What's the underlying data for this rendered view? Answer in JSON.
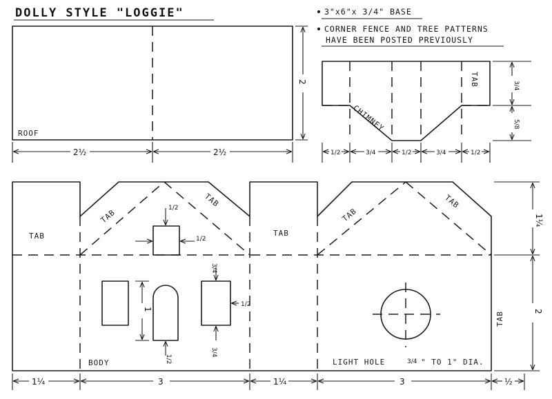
{
  "title": "DOLLY STYLE \"LOGGIE\"",
  "notes": {
    "base": "3\"x6\"x 3/4\" BASE",
    "fence_line1": "CORNER FENCE AND TREE PATTERNS",
    "fence_line2": "HAVE BEEN POSTED PREVIOUSLY"
  },
  "roof": {
    "label": "ROOF",
    "width_left": "2½",
    "width_right": "2½",
    "height": "2"
  },
  "chimney": {
    "label": "CHIMNEY",
    "tab_label": "TAB",
    "dim_top_height": "3/4",
    "dim_bottom_height": "5/8",
    "bottom_dims": [
      "1/2",
      "3/4",
      "1/2",
      "3/4",
      "1/2"
    ]
  },
  "body": {
    "label": "BODY",
    "tab_label": "TAB",
    "window_top_dim": "1/2",
    "window_top_side_dim": "1/2",
    "window_right_top_dim": "3/4",
    "window_right_side_dim": "1/2",
    "window_right_bottom_dim": "3/4",
    "door_dim": "1",
    "door_bottom_dim": "1/2",
    "light_hole_prefix": "LIGHT HOLE",
    "light_hole_frac": "3/4",
    "light_hole_suffix": "\" TO 1\" DIA.",
    "dims_bottom": [
      "1¼",
      "3",
      "1¼",
      "3",
      "½"
    ],
    "dim_right_upper": "1¼",
    "dim_right_lower": "2"
  }
}
